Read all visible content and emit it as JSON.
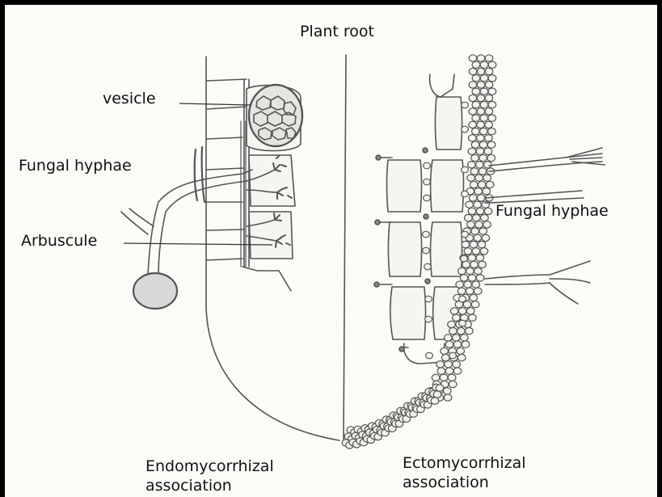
{
  "title": "Plant root",
  "labels": {
    "vesicle": "vesicle",
    "fungal_hyphae_left": "Fungal hyphae",
    "arbuscule": "Arbuscule",
    "fungal_hyphae_right": "Fungal hyphae",
    "endo_line1": "Endomycorrhizal",
    "endo_line2": "association",
    "ecto_line1": "Ectomycorrhizal",
    "ecto_line2": "association"
  },
  "colors": {
    "ink": "#555555",
    "cell_fill": "#f2f2f0",
    "spore_fill": "#d8d8d8"
  }
}
